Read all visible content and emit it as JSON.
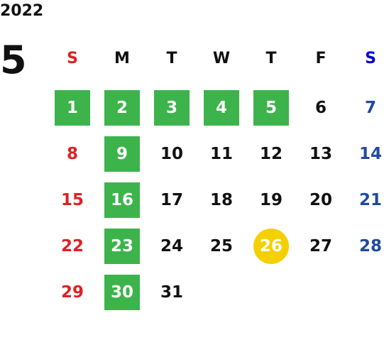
{
  "calendar": {
    "year": "2022",
    "month": "5",
    "weekdays": [
      "S",
      "M",
      "T",
      "W",
      "T",
      "F",
      "S"
    ],
    "weekday_colors": [
      "#dd2222",
      "#111111",
      "#111111",
      "#111111",
      "#111111",
      "#111111",
      "#0000cc"
    ],
    "colors": {
      "sunday": "#dd2222",
      "saturday": "#1f4aa0",
      "holiday": "#3cb44b",
      "today": "#f5d000",
      "default": "#111111"
    },
    "weeks": [
      [
        {
          "d": "1",
          "holiday": true
        },
        {
          "d": "2",
          "holiday": true
        },
        {
          "d": "3",
          "holiday": true
        },
        {
          "d": "4",
          "holiday": true
        },
        {
          "d": "5",
          "holiday": true
        },
        {
          "d": "6"
        },
        {
          "d": "7"
        }
      ],
      [
        {
          "d": "8"
        },
        {
          "d": "9",
          "holiday": true
        },
        {
          "d": "10"
        },
        {
          "d": "11"
        },
        {
          "d": "12"
        },
        {
          "d": "13"
        },
        {
          "d": "14"
        }
      ],
      [
        {
          "d": "15"
        },
        {
          "d": "16",
          "holiday": true
        },
        {
          "d": "17"
        },
        {
          "d": "18"
        },
        {
          "d": "19"
        },
        {
          "d": "20"
        },
        {
          "d": "21"
        }
      ],
      [
        {
          "d": "22"
        },
        {
          "d": "23",
          "holiday": true
        },
        {
          "d": "24"
        },
        {
          "d": "25"
        },
        {
          "d": "26",
          "today": true
        },
        {
          "d": "27"
        },
        {
          "d": "28"
        }
      ],
      [
        {
          "d": "29"
        },
        {
          "d": "30",
          "holiday": true
        },
        {
          "d": "31"
        }
      ]
    ]
  }
}
